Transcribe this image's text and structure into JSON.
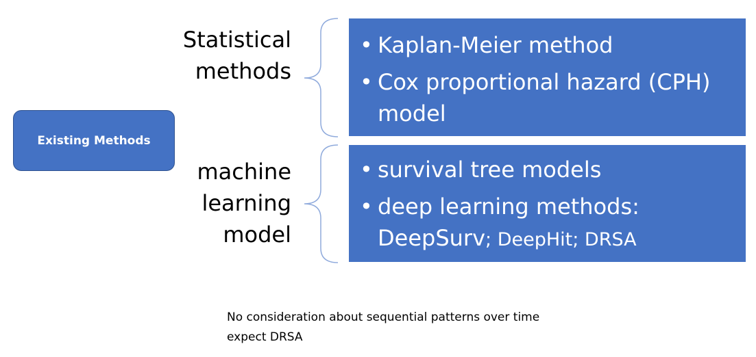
{
  "existing_methods": {
    "label": "Existing Methods",
    "color": "#4472c4"
  },
  "groups": [
    {
      "label_lines": [
        "Statistical",
        "methods"
      ],
      "items": [
        {
          "text": "Kaplan-Meier method"
        },
        {
          "text": "Cox proportional hazard (CPH) model"
        }
      ]
    },
    {
      "label_lines": [
        "machine",
        "learning",
        "model"
      ],
      "items": [
        {
          "text": "survival tree models"
        },
        {
          "text": "deep learning methods:",
          "line2_a": "DeepSurv",
          "line2_b": "; DeepHit; DRSA"
        }
      ]
    }
  ],
  "note_lines": [
    "No consideration about sequential patterns over time",
    "expect DRSA"
  ],
  "bullet_glyph": "•",
  "colors": {
    "box_fill": "#4472c4",
    "brace_stroke": "#8faadc"
  }
}
